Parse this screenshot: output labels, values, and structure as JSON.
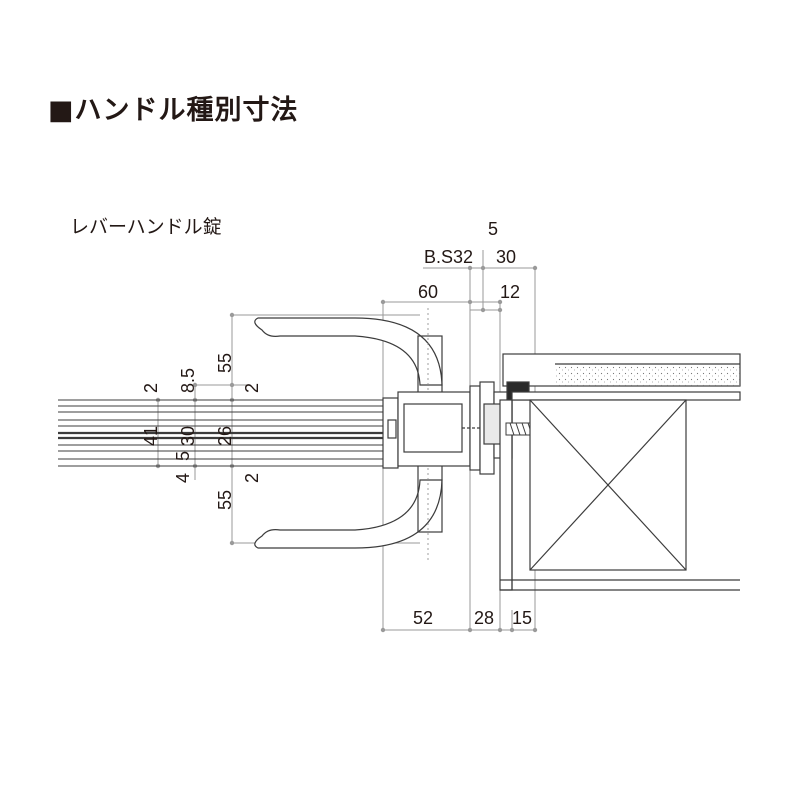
{
  "title": "■ハンドル種別寸法",
  "subtitle": "レバーハンドル錠",
  "dimensions": {
    "top_5": "5",
    "top_bs32": "B.S32",
    "top_30": "30",
    "top_60": "60",
    "top_12": "12",
    "left_2a": "2",
    "left_8_5": "8.5",
    "left_55a": "55",
    "left_2b": "2",
    "left_41": "41",
    "left_30": "30",
    "left_26": "26",
    "left_4": "4",
    "left_5": "5",
    "left_2c": "2",
    "left_55b": "55",
    "bottom_52": "52",
    "bottom_28": "28",
    "bottom_15": "15"
  }
}
